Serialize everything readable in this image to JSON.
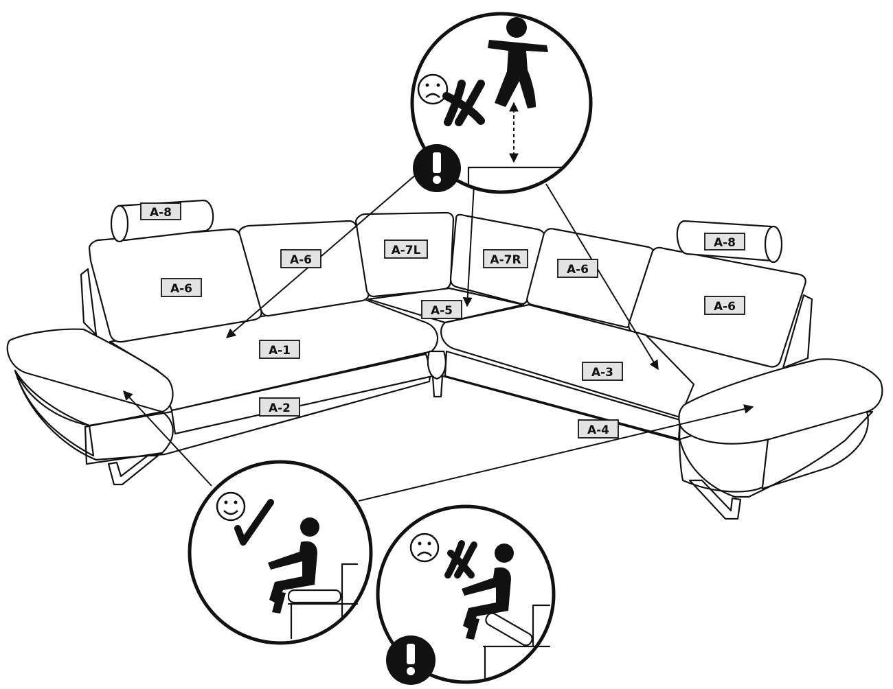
{
  "labels": {
    "a8_left": "A-8",
    "a8_right": "A-8",
    "a6_back_left": "A-6",
    "a6_mid_left": "A-6",
    "a7l": "A-7L",
    "a7r": "A-7R",
    "a6_mid_right": "A-6",
    "a6_back_right": "A-6",
    "a5": "A-5",
    "a1": "A-1",
    "a2": "A-2",
    "a3": "A-3",
    "a4": "A-4"
  },
  "callouts": {
    "top": {
      "meaning": "do-not-stand",
      "mood": "sad",
      "mark": "cross",
      "warning": "!"
    },
    "bottom_left": {
      "meaning": "sit-on-armrest-ok",
      "mood": "happy",
      "mark": "check"
    },
    "bottom_right": {
      "meaning": "do-not-lean-on-raised-armrest",
      "mood": "sad",
      "mark": "cross",
      "warning": "!"
    }
  }
}
